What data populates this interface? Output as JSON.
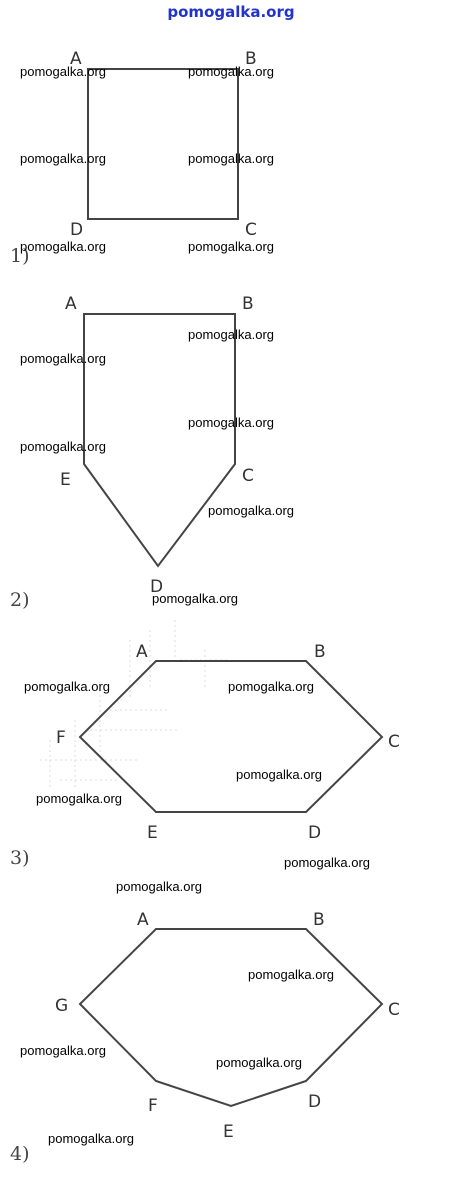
{
  "site_header": "pomogalka.org",
  "watermark": "pomogalka.org",
  "colors": {
    "outline": "#444444",
    "header": "#2233cc",
    "label": "#333333"
  },
  "figures": [
    {
      "number": "1)",
      "vertices": [
        "A",
        "B",
        "C",
        "D"
      ]
    },
    {
      "number": "2)",
      "vertices": [
        "A",
        "B",
        "C",
        "D",
        "E"
      ]
    },
    {
      "number": "3)",
      "vertices": [
        "A",
        "B",
        "C",
        "D",
        "E",
        "F"
      ]
    },
    {
      "number": "4)",
      "vertices": [
        "A",
        "B",
        "C",
        "D",
        "E",
        "F",
        "G"
      ]
    }
  ]
}
